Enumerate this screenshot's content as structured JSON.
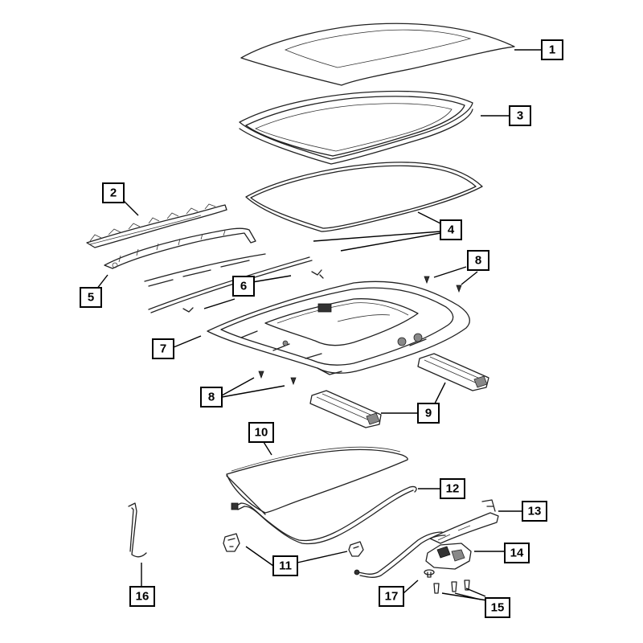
{
  "diagram": {
    "callouts": {
      "c1": "1",
      "c2": "2",
      "c3": "3",
      "c4": "4",
      "c5": "5",
      "c6": "6",
      "c7": "7",
      "c8a": "8",
      "c8b": "8",
      "c9": "9",
      "c10": "10",
      "c11": "11",
      "c12": "12",
      "c13": "13",
      "c14": "14",
      "c15": "15",
      "c16": "16",
      "c17": "17"
    }
  }
}
